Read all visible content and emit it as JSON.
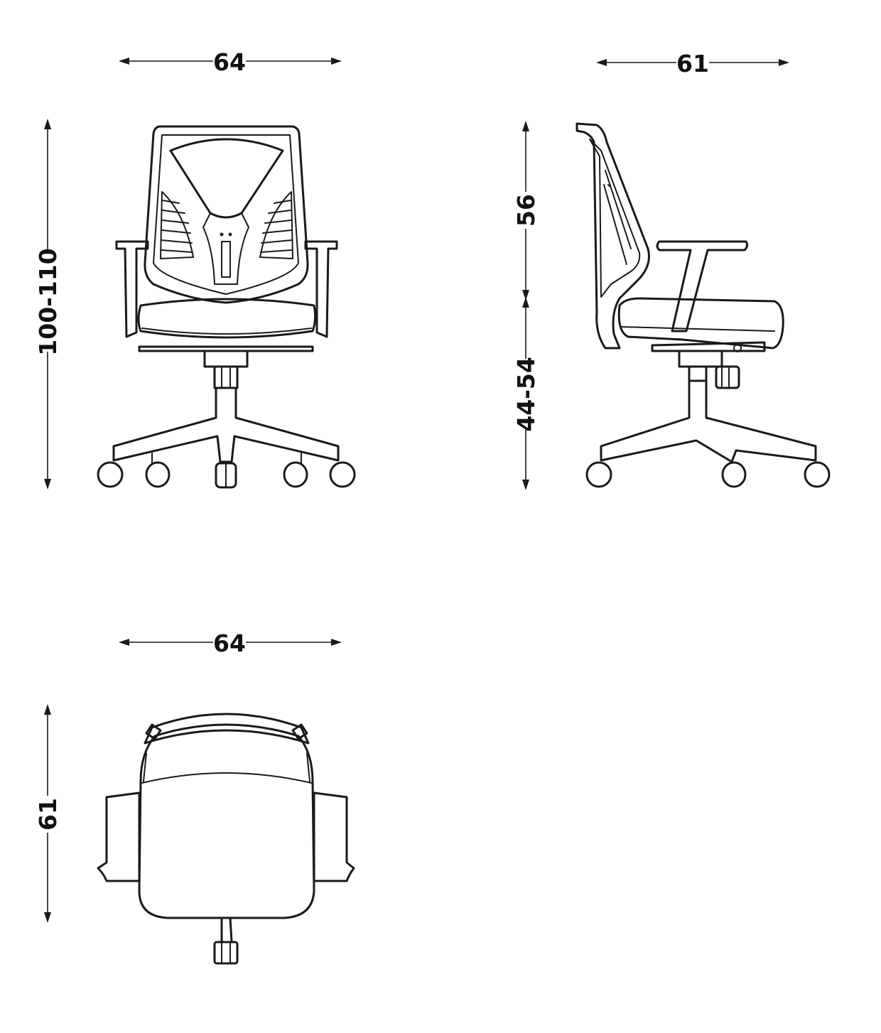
{
  "views": {
    "front": {
      "width_label": "64",
      "height_label": "100-110"
    },
    "side": {
      "depth_label": "61",
      "back_height_label": "56",
      "seat_height_label": "44-54"
    },
    "top": {
      "width_label": "64",
      "depth_label": "61"
    }
  }
}
